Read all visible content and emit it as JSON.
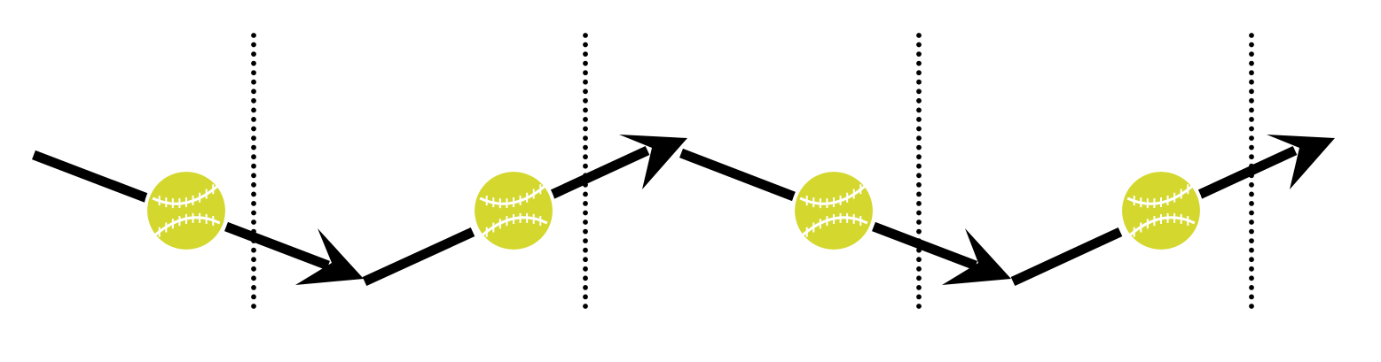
{
  "diagram": {
    "ball_color": "#d4d82e",
    "seam_color": "#ffffff",
    "arrow_color": "#000000",
    "divider_color": "#000000",
    "divider_style": "dotted",
    "ball_icon": "tennis-ball-icon",
    "divider_count": 4,
    "ball_count": 4,
    "arrow_count": 4
  }
}
